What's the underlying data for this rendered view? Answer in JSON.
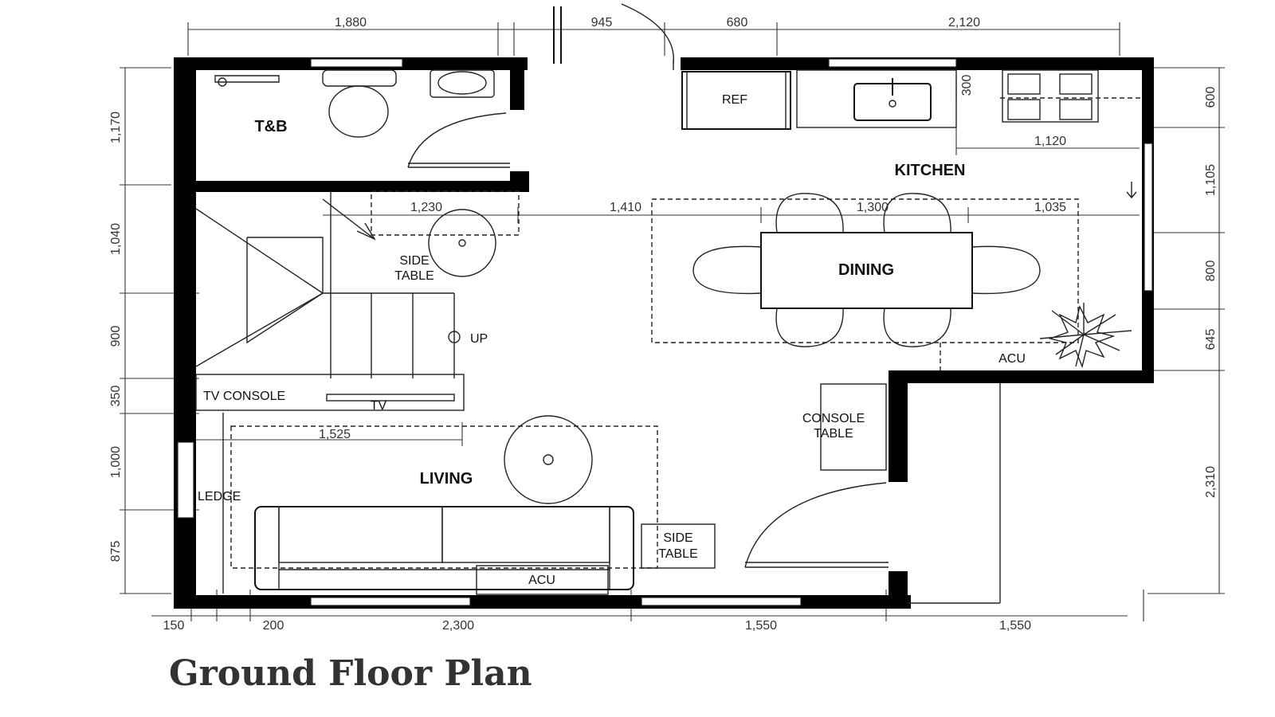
{
  "title": "Ground Floor Plan",
  "rooms": {
    "tb": "T&B",
    "kitchen": "KITCHEN",
    "dining": "DINING",
    "living": "LIVING"
  },
  "furniture": {
    "ref": "REF",
    "side_table_top_1": "SIDE",
    "side_table_top_2": "TABLE",
    "up": "UP",
    "tv_console": "TV CONSOLE",
    "tv": "TV",
    "acu_dining": "ACU",
    "console_table_1": "CONSOLE",
    "console_table_2": "TABLE",
    "ledge": "LEDGE",
    "side_table_bottom_1": "SIDE",
    "side_table_bottom_2": "TABLE",
    "acu_living": "ACU"
  },
  "dimensions": {
    "top": [
      "1,880",
      "945",
      "680",
      "2,120"
    ],
    "bottom": [
      "150",
      "200",
      "2,300",
      "1,550",
      "1,550"
    ],
    "left": [
      "1,170",
      "1,040",
      "900",
      "350",
      "1,000",
      "875"
    ],
    "right": [
      "600",
      "1,105",
      "800",
      "645",
      "2,310"
    ],
    "inner_300": "300",
    "inner_1120": "1,120",
    "inner_1230": "1,230",
    "inner_1410": "1,410",
    "inner_1300": "1,300",
    "inner_1035": "1,035",
    "inner_1525": "1,525"
  }
}
